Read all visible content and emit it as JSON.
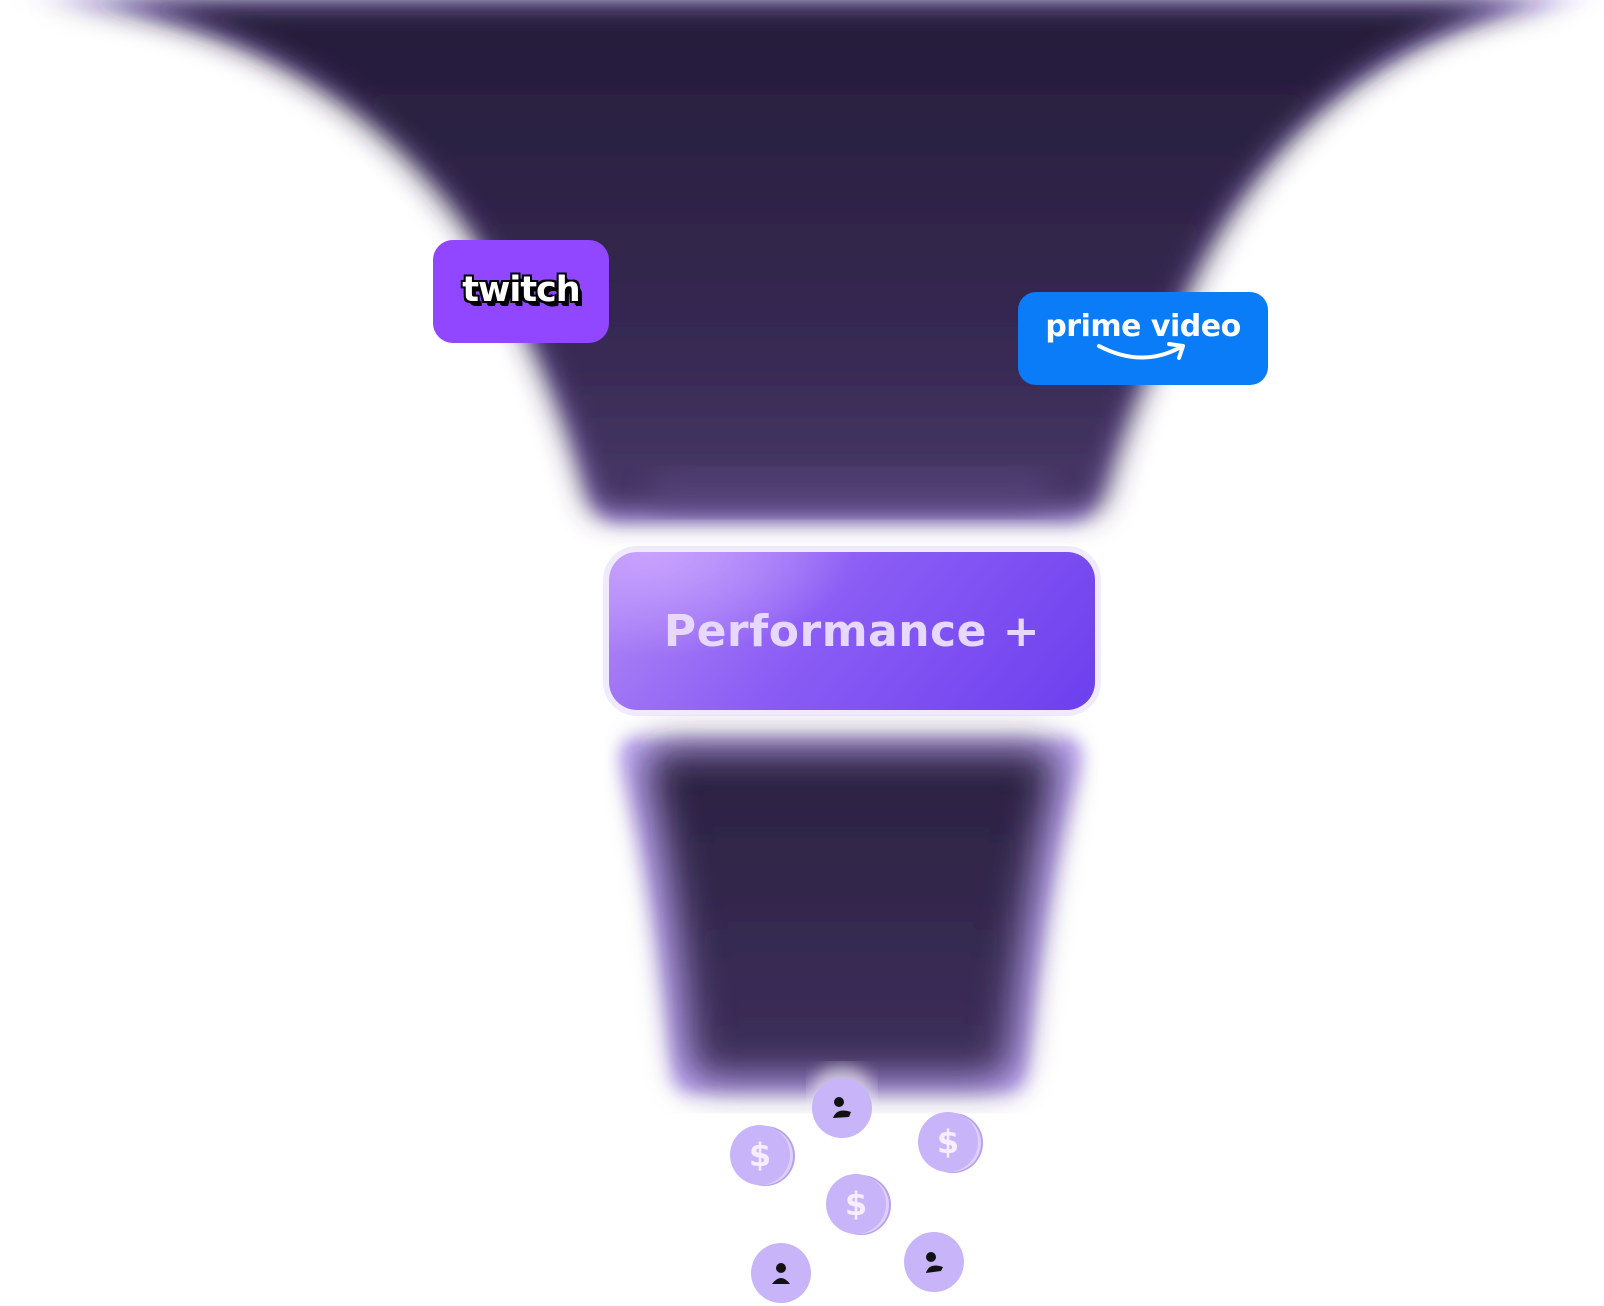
{
  "platforms": [
    {
      "name": "twitch",
      "color": "#9146ff",
      "icon": "twitch-logo"
    },
    {
      "name": "prime video",
      "color": "#0a7cf7",
      "icon": "prime-video-logo"
    }
  ],
  "funnel": {
    "stage_label": "Performance +",
    "top_color": "#2a2140",
    "glow_color": "#a98cf6",
    "button_color": "#7b4ff2"
  },
  "outputs": {
    "coin_symbol": "$",
    "coin_icon": "dollar-coin-icon",
    "user_icon": "user-icon",
    "token_color": "#c8b4f8"
  }
}
